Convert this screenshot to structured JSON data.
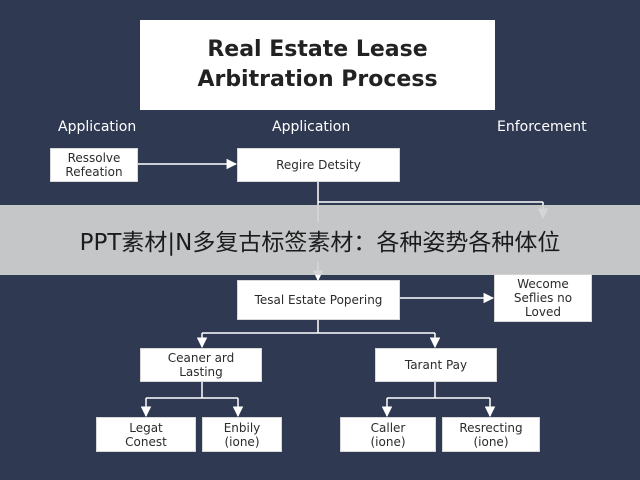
{
  "diagram": {
    "title": "Real Estate Lease\nArbitration Process",
    "headings": {
      "left": "Application",
      "middle": "Application",
      "right": "Enforcement"
    },
    "nodes": {
      "resolve": "Ressolve\nRefeation",
      "regire": "Regire Detsity",
      "tesal": "Tesal Estate Popering",
      "welcome": "Wecome\nSeflies no\nLoved",
      "cleaner": "Ceaner ard\nLasting",
      "tarant": "Tarant Pay",
      "legat": "Legat\nConest",
      "enbily": "Enbily\n(ione)",
      "caller": "Caller\n(ione)",
      "resrecting": "Resrecting\n(ione)"
    }
  },
  "banner": {
    "text": "PPT素材|N多复古标签素材：各种姿势各种体位"
  },
  "colors": {
    "background": "#2f3a52",
    "box": "#ffffff",
    "connector": "#ffffff",
    "banner": "#d2d2d2"
  }
}
